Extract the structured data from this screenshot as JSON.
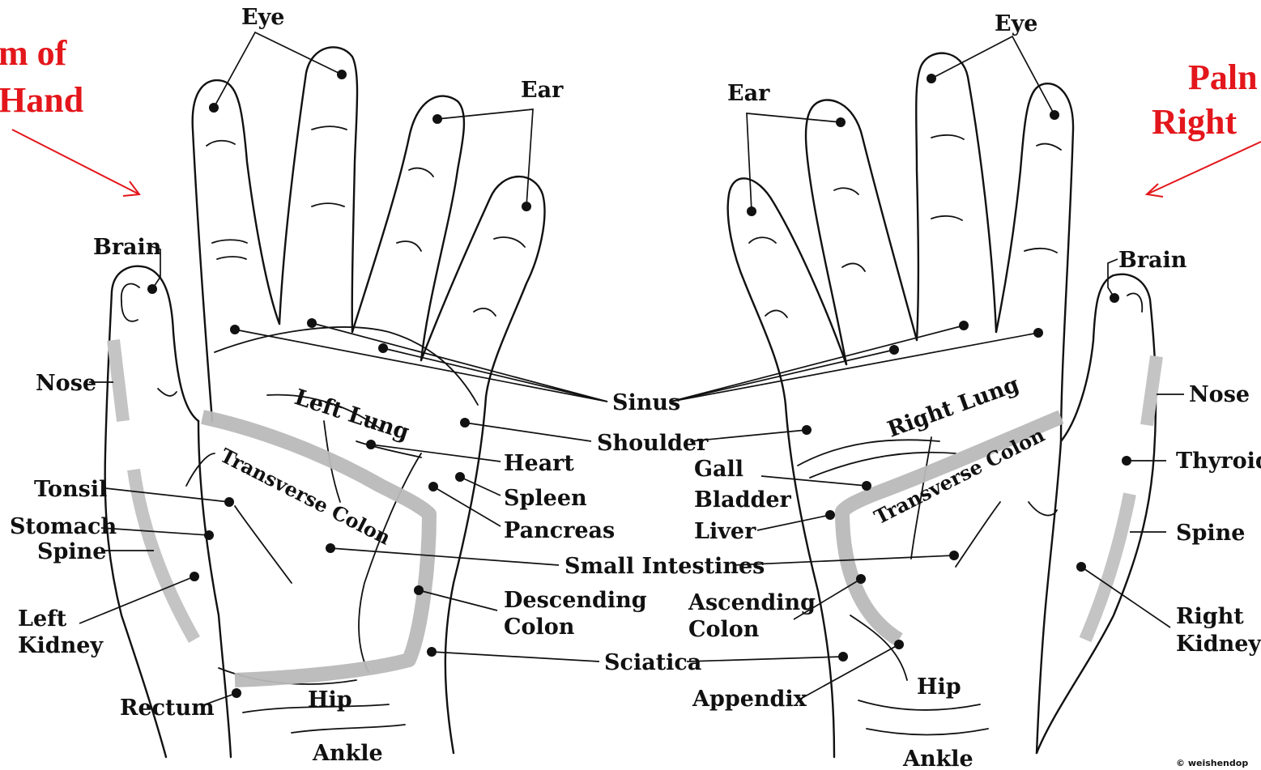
{
  "titles": {
    "left_line1": "m of",
    "left_line2": "Hand",
    "right_line1": "Paln",
    "right_line2": "Right "
  },
  "labels": {
    "eye_left": "Eye",
    "eye_right": "Eye",
    "ear_left": "Ear",
    "ear_right": "Ear",
    "brain_left": "Brain",
    "brain_right": "Brain",
    "nose_left": "Nose",
    "nose_right": "Nose",
    "tonsil": "Tonsil",
    "stomach": "Stomach",
    "spine_left": "Spine",
    "spine_right": "Spine",
    "left_kidney_1": "Left",
    "left_kidney_2": "Kidney",
    "rectum": "Rectum",
    "hip_left": "Hip",
    "hip_right": "Hip",
    "ankle_left": "Ankle",
    "ankle_right": "Ankle",
    "left_lung": "Left Lung",
    "right_lung": "Right Lung",
    "transverse_colon_left": "Transverse Colon",
    "transverse_colon_right": "Transverse Colon",
    "sinus": "Sinus",
    "shoulder": "Shoulder",
    "heart": "Heart",
    "spleen": "Spleen",
    "pancreas": "Pancreas",
    "gall_1": "Gall",
    "gall_2": "Bladder",
    "liver": "Liver",
    "small_intestines": "Small Intestines",
    "descending_1": "Descending",
    "descending_2": "Colon",
    "ascending_1": "Ascending",
    "ascending_2": "Colon",
    "sciatica": "Sciatica",
    "appendix": "Appendix",
    "thyroid": "Thyroid",
    "right_kidney_1": "Right",
    "right_kidney_2": "Kidney",
    "copyright": "© weishendop"
  },
  "colors": {
    "title_red": "#e3161b",
    "zone_gray": "#b9b9b9",
    "ink": "#111111"
  }
}
